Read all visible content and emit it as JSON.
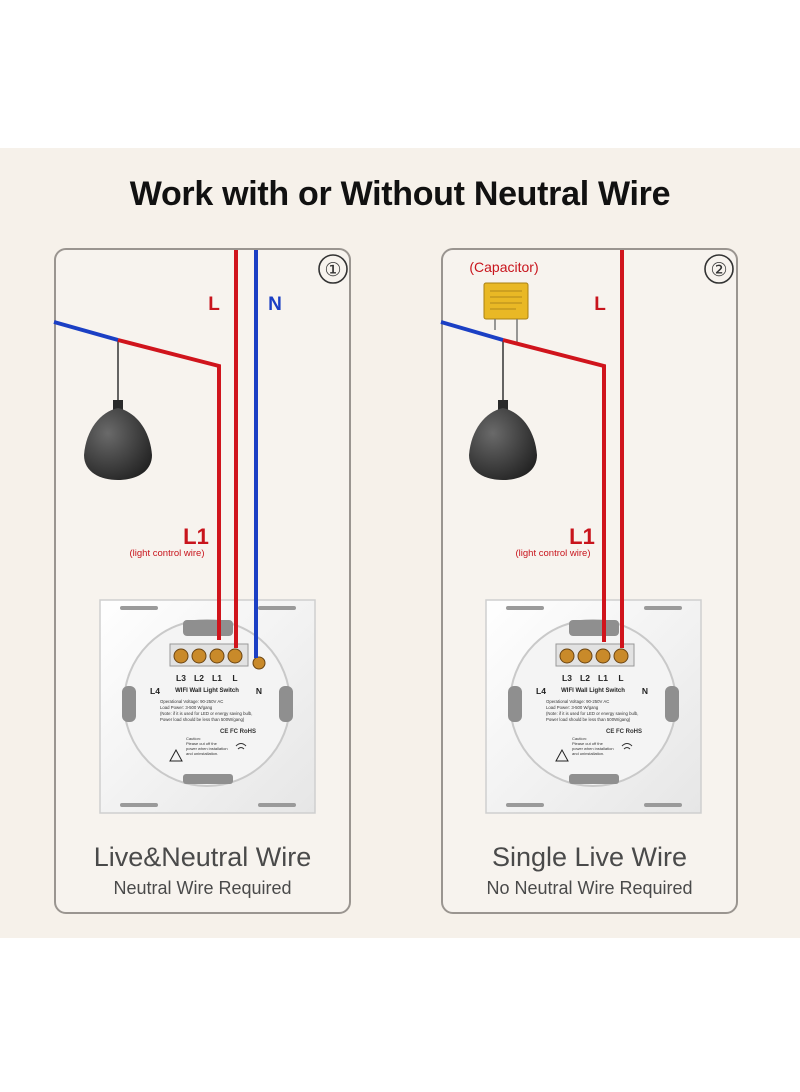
{
  "title": "Work with or Without Neutral Wire",
  "panels": [
    {
      "number": "①",
      "wire_labels": {
        "live": "L",
        "neutral": "N",
        "load": "L1",
        "load_note": "(light control wire)"
      },
      "caption": "Live&Neutral Wire",
      "subcaption": "Neutral Wire Required"
    },
    {
      "number": "②",
      "capacitor_label": "(Capacitor)",
      "wire_labels": {
        "live": "L",
        "load": "L1",
        "load_note": "(light control wire)"
      },
      "caption": "Single Live Wire",
      "subcaption": "No Neutral Wire Required"
    }
  ],
  "module": {
    "terminals": [
      "L3",
      "L2",
      "L1",
      "L"
    ],
    "extra_terminals": [
      "L4",
      "N"
    ],
    "product": "WIFI Wall Light Switch",
    "spec_lines": [
      "Operational Voltage: 90-250V AC",
      "Load Power: 3-500 W/gang",
      "(Note: if it is used for LED or energy saving bulb,",
      "Power load should be less than 500W/gang)"
    ],
    "caution": [
      "Caution:",
      "Please cut off the",
      "power when installation",
      "and uninstallation."
    ],
    "cert": "CE FC RoHS"
  },
  "colors": {
    "live": "#d0141c",
    "neutral": "#1b3fc4",
    "accent_text": "#c8141c",
    "neutral_text": "#1b3fc4"
  }
}
